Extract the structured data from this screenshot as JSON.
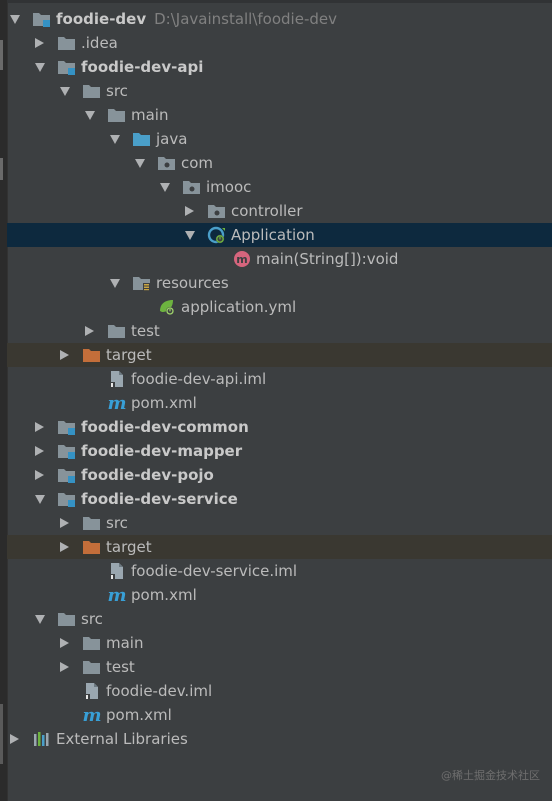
{
  "tree": [
    {
      "label": "foodie-dev",
      "path": "D:\\Javainstall\\foodie-dev",
      "bold": true,
      "icon": "module-folder-icon",
      "arrow": "down",
      "indent": 0
    },
    {
      "label": ".idea",
      "icon": "folder-icon",
      "arrow": "right",
      "indent": 1
    },
    {
      "label": "foodie-dev-api",
      "bold": true,
      "icon": "module-folder-icon",
      "arrow": "down",
      "indent": 1
    },
    {
      "label": "src",
      "icon": "folder-icon",
      "arrow": "down",
      "indent": 2
    },
    {
      "label": "main",
      "icon": "folder-icon",
      "arrow": "down",
      "indent": 3
    },
    {
      "label": "java",
      "icon": "source-folder-icon",
      "arrow": "down",
      "indent": 4
    },
    {
      "label": "com",
      "icon": "package-icon",
      "arrow": "down",
      "indent": 5
    },
    {
      "label": "imooc",
      "icon": "package-icon",
      "arrow": "down",
      "indent": 6
    },
    {
      "label": "controller",
      "icon": "package-icon",
      "arrow": "right",
      "indent": 7
    },
    {
      "label": "Application",
      "icon": "spring-boot-class-icon",
      "arrow": "down",
      "indent": 7,
      "selected": true
    },
    {
      "label": "main(String[]):void",
      "icon": "method-icon",
      "arrow": "none",
      "indent": 8
    },
    {
      "label": "resources",
      "icon": "resources-folder-icon",
      "arrow": "down",
      "indent": 4
    },
    {
      "label": "application.yml",
      "icon": "spring-yml-icon",
      "arrow": "none",
      "indent": 5
    },
    {
      "label": "test",
      "icon": "folder-icon",
      "arrow": "right",
      "indent": 3
    },
    {
      "label": "target",
      "icon": "excluded-folder-icon",
      "arrow": "right",
      "indent": 2,
      "excluded": true
    },
    {
      "label": "foodie-dev-api.iml",
      "icon": "iml-file-icon",
      "arrow": "none",
      "indent": 3
    },
    {
      "label": "pom.xml",
      "icon": "maven-icon",
      "arrow": "none",
      "indent": 3
    },
    {
      "label": "foodie-dev-common",
      "bold": true,
      "icon": "module-folder-icon",
      "arrow": "right",
      "indent": 1
    },
    {
      "label": "foodie-dev-mapper",
      "bold": true,
      "icon": "module-folder-icon",
      "arrow": "right",
      "indent": 1
    },
    {
      "label": "foodie-dev-pojo",
      "bold": true,
      "icon": "module-folder-icon",
      "arrow": "right",
      "indent": 1
    },
    {
      "label": "foodie-dev-service",
      "bold": true,
      "icon": "module-folder-icon",
      "arrow": "down",
      "indent": 1
    },
    {
      "label": "src",
      "icon": "folder-icon",
      "arrow": "right",
      "indent": 2
    },
    {
      "label": "target",
      "icon": "excluded-folder-icon",
      "arrow": "right",
      "indent": 2,
      "excluded": true
    },
    {
      "label": "foodie-dev-service.iml",
      "icon": "iml-file-icon",
      "arrow": "none",
      "indent": 3
    },
    {
      "label": "pom.xml",
      "icon": "maven-icon",
      "arrow": "none",
      "indent": 3
    },
    {
      "label": "src",
      "icon": "folder-icon",
      "arrow": "down",
      "indent": 1
    },
    {
      "label": "main",
      "icon": "folder-icon",
      "arrow": "right",
      "indent": 2
    },
    {
      "label": "test",
      "icon": "folder-icon",
      "arrow": "right",
      "indent": 2
    },
    {
      "label": "foodie-dev.iml",
      "icon": "iml-file-icon",
      "arrow": "none",
      "indent": 2
    },
    {
      "label": "pom.xml",
      "icon": "maven-icon",
      "arrow": "none",
      "indent": 2
    },
    {
      "label": "External Libraries",
      "icon": "libraries-icon",
      "arrow": "right",
      "indent": 0
    }
  ],
  "watermark": "@稀土掘金技术社区",
  "colors": {
    "background": "#3c3f41",
    "selected_row": "#0d293e",
    "excluded_row": "#3a3831",
    "folder": "#87939a",
    "source_folder": "#4a9fc9",
    "excluded_folder": "#c36e3a",
    "module_badge": "#3592c4",
    "text": "#bbbbbb",
    "path_text": "#808080"
  }
}
